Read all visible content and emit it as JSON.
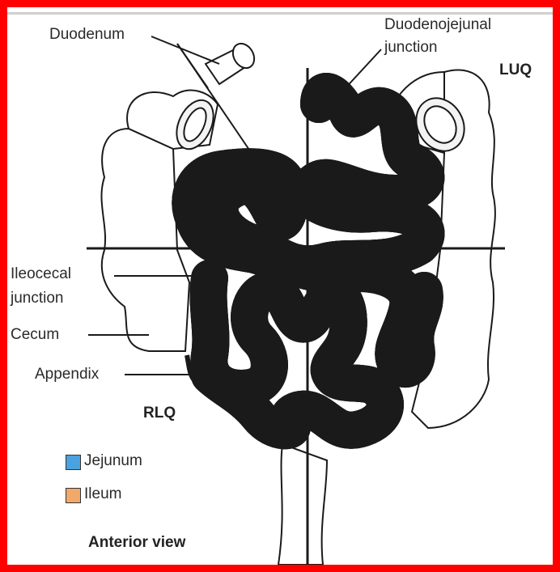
{
  "labels": {
    "duodenum": "Duodenum",
    "dj_junction_line1": "Duodenojejunal",
    "dj_junction_line2": "junction",
    "luq": "LUQ",
    "ileocecal_line1": "Ileocecal",
    "ileocecal_line2": "junction",
    "cecum": "Cecum",
    "appendix": "Appendix",
    "rlq": "RLQ",
    "view": "Anterior view"
  },
  "legend": [
    {
      "label": "Jejunum",
      "color": "#4aa3df"
    },
    {
      "label": "Ileum",
      "color": "#f0a96a"
    }
  ],
  "colors": {
    "frame": "#ff0000",
    "jejunum_fill": "#4aa3df",
    "jejunum_highlight": "#a9d8f5",
    "ileum_fill": "#f0a96a",
    "ileum_highlight": "#fcd7b4",
    "outline": "#1a1a1a"
  }
}
